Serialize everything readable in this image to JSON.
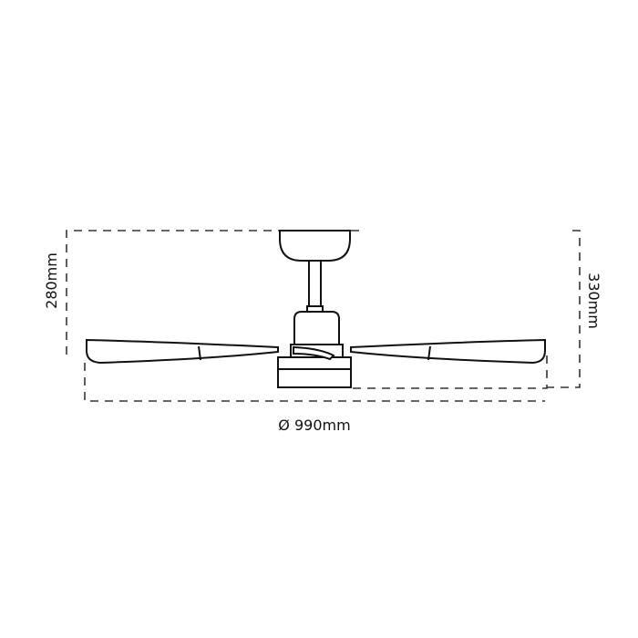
{
  "dimensions": {
    "drop_height": "280mm",
    "total_height": "330mm",
    "diameter": "Ø 990mm"
  }
}
